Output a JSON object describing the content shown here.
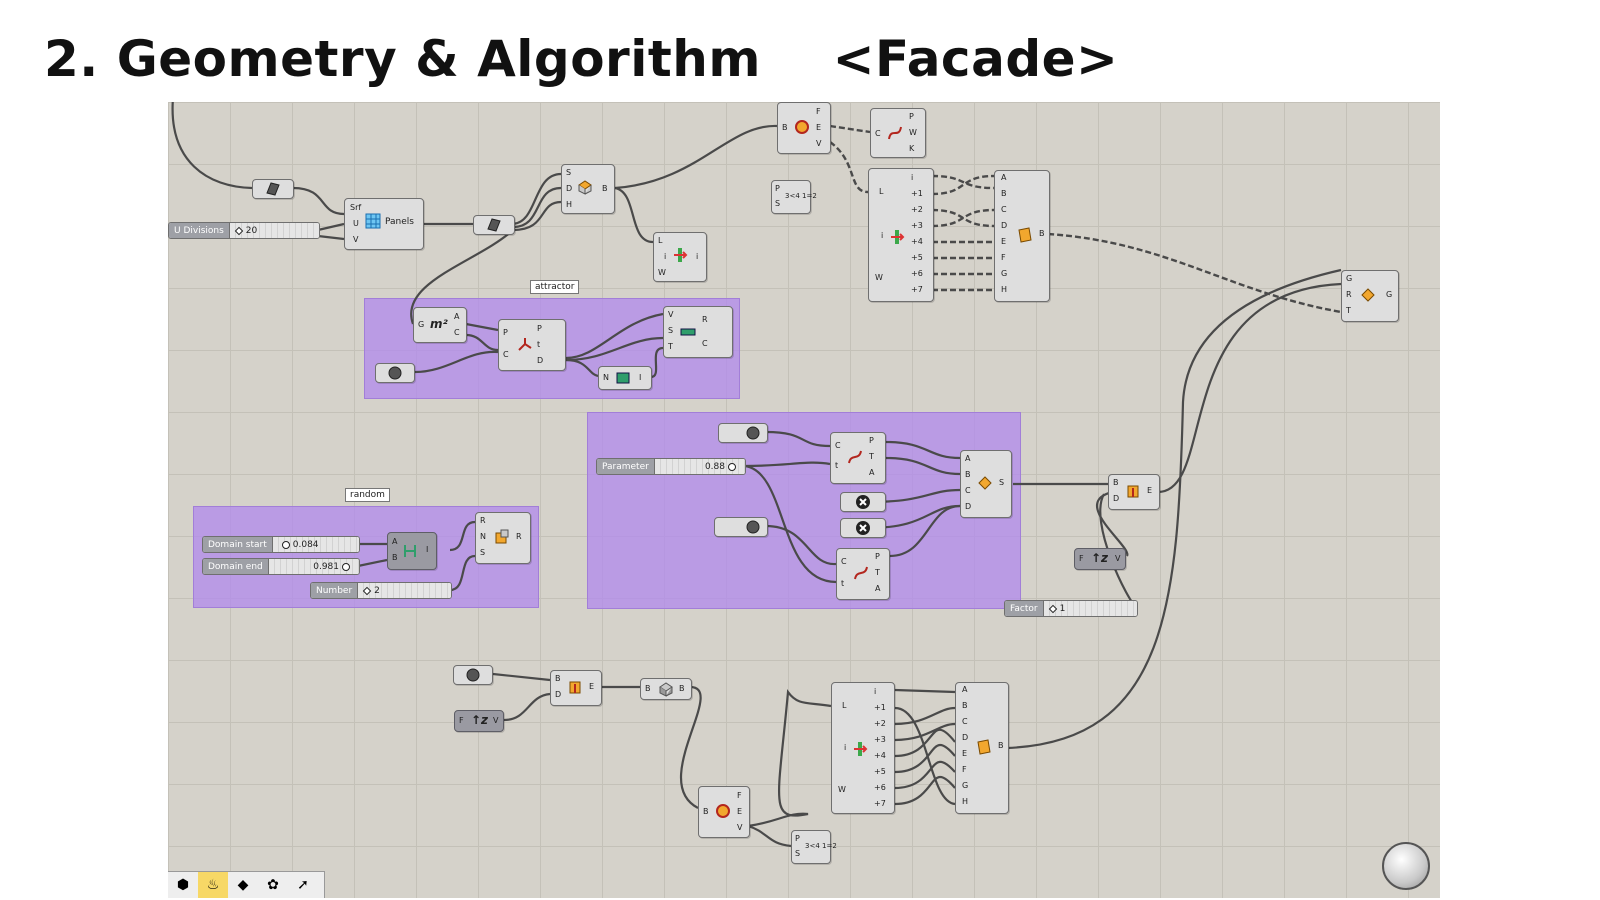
{
  "title": "2. Geometry & Algorithm    <Facade>",
  "groups": {
    "attractor": "attractor",
    "random": "random"
  },
  "sliders": {
    "u_divisions": {
      "label": "U Divisions",
      "value": "20"
    },
    "parameter": {
      "label": "Parameter",
      "value": "0.88"
    },
    "domain_start": {
      "label": "Domain start",
      "value": "0.084"
    },
    "domain_end": {
      "label": "Domain end",
      "value": "0.981"
    },
    "number": {
      "label": "Number",
      "value": "2"
    },
    "factor": {
      "label": "Factor",
      "value": "1"
    }
  },
  "components": {
    "panels": {
      "label": "Panels",
      "inputs": [
        "Srf",
        "U",
        "V"
      ]
    },
    "explode_top": {
      "inputs": [
        "B"
      ],
      "outputs": [
        "F",
        "E",
        "V"
      ]
    },
    "curve_top": {
      "inputs": [
        "C"
      ],
      "outputs": [
        "P",
        "W",
        "K"
      ]
    },
    "brep_edges": {
      "inputs": [
        "S",
        "D",
        "H"
      ],
      "outputs": [
        "B"
      ]
    },
    "list_top": {
      "inputs": [
        "L",
        "i",
        "W"
      ],
      "outputs": [
        "i"
      ]
    },
    "points_top": {
      "inputs": [
        "P",
        "S"
      ],
      "ratio": "3<4 1=2"
    },
    "list_item_top": {
      "inputs": [
        "L",
        "i",
        "W"
      ],
      "outputs": [
        "i",
        "+1",
        "+2",
        "+3",
        "+4",
        "+5",
        "+6",
        "+7"
      ]
    },
    "merge_top": {
      "inputs": [
        "A",
        "B",
        "C",
        "D",
        "E",
        "F",
        "G",
        "H"
      ],
      "outputs": [
        "B"
      ]
    },
    "final": {
      "inputs": [
        "G",
        "R",
        "T"
      ],
      "outputs": [
        "G"
      ]
    },
    "area": {
      "label": "m²",
      "inputs": [
        "G"
      ],
      "outputs": [
        "A",
        "C"
      ]
    },
    "closest": {
      "inputs": [
        "P",
        "C"
      ],
      "outputs": [
        "P",
        "t",
        "D"
      ]
    },
    "remap": {
      "inputs": [
        "V",
        "S",
        "T"
      ],
      "outputs": [
        "R",
        "C"
      ]
    },
    "bounds": {
      "inputs": [
        "N"
      ],
      "outputs": [
        "I"
      ]
    },
    "eval_a": {
      "inputs": [
        "C",
        "t"
      ],
      "outputs": [
        "P",
        "T",
        "A"
      ]
    },
    "eval_b": {
      "inputs": [
        "C",
        "t"
      ],
      "outputs": [
        "P",
        "T",
        "A"
      ]
    },
    "loft": {
      "inputs": [
        "A",
        "B",
        "C",
        "D"
      ],
      "outputs": [
        "S"
      ]
    },
    "extrude_top": {
      "inputs": [
        "B",
        "D"
      ],
      "outputs": [
        "E"
      ]
    },
    "unitz_top": {
      "inputs": [
        "F"
      ],
      "outputs": [
        "V"
      ]
    },
    "domain": {
      "inputs": [
        "A",
        "B"
      ],
      "outputs": [
        "I"
      ]
    },
    "random": {
      "inputs": [
        "R",
        "N",
        "S"
      ],
      "outputs": [
        "R"
      ]
    },
    "extrude_bottom": {
      "inputs": [
        "B",
        "D"
      ],
      "outputs": [
        "E"
      ]
    },
    "unitz_bottom": {
      "inputs": [
        "F"
      ],
      "outputs": [
        "V"
      ]
    },
    "brep": {
      "inputs": [
        "B"
      ],
      "outputs": [
        "B"
      ]
    },
    "explode_bottom": {
      "inputs": [
        "B"
      ],
      "outputs": [
        "F",
        "E",
        "V"
      ]
    },
    "points_bottom": {
      "inputs": [
        "P",
        "S"
      ],
      "ratio": "3<4 1=2"
    },
    "list_item_bottom": {
      "inputs": [
        "L",
        "i",
        "W"
      ],
      "outputs": [
        "i",
        "+1",
        "+2",
        "+3",
        "+4",
        "+5",
        "+6",
        "+7"
      ]
    },
    "merge_bottom": {
      "inputs": [
        "A",
        "B",
        "C",
        "D",
        "E",
        "F",
        "G",
        "H"
      ],
      "outputs": [
        "B"
      ]
    }
  },
  "toolbar": [
    "box-icon",
    "fire-icon",
    "brep-icon",
    "sprout-icon",
    "arrow-icon"
  ],
  "colors": {
    "canvas": "#d5d2ca",
    "group": "#b28cec",
    "node": "#dedede",
    "accent": "#f2a72e"
  }
}
